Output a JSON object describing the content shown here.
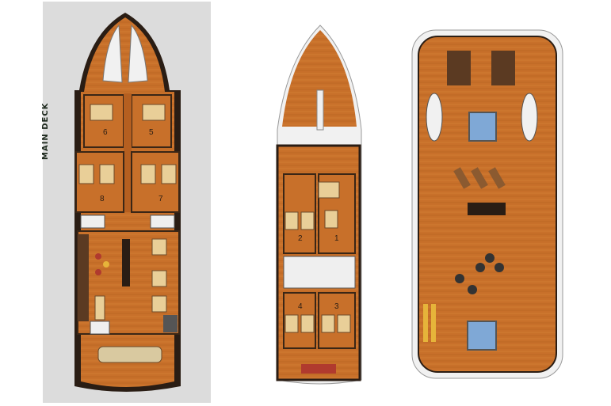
{
  "panels": {
    "main_deck": {
      "label": "MAIN DECK",
      "cabins": [
        "6",
        "5",
        "8",
        "7"
      ]
    },
    "lower_deck": {
      "cabins": [
        "2",
        "1",
        "4",
        "3"
      ]
    },
    "sun_deck": {}
  },
  "colors": {
    "wood": "#c8702a",
    "wood_dark": "#9b4e1c",
    "hull": "#2a1d14",
    "bed": "#e9cf98",
    "water": "#7fa8d6",
    "panel_bg": "#dcdcdc"
  }
}
